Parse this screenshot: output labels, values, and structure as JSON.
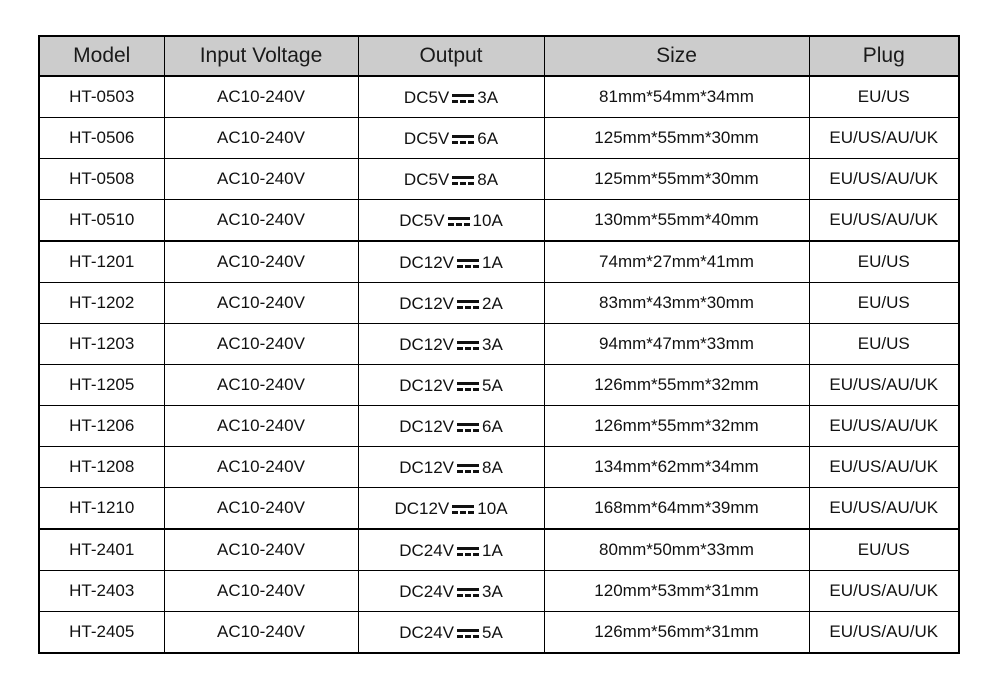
{
  "table": {
    "columns": [
      {
        "key": "model",
        "label": "Model"
      },
      {
        "key": "input",
        "label": "Input Voltage"
      },
      {
        "key": "output",
        "label": "Output"
      },
      {
        "key": "size",
        "label": "Size"
      },
      {
        "key": "plug",
        "label": "Plug"
      }
    ],
    "header_background": "#cccccc",
    "border_color": "#000000",
    "dc_symbol_name": "direct-current-symbol",
    "rows": [
      {
        "model": "HT-0503",
        "input": "AC10-240V",
        "output_voltage": "DC5V",
        "output_current": "3A",
        "output": "DC5V ⎓ 3A",
        "size": "81mm*54mm*34mm",
        "plug": "EU/US",
        "group": "5V",
        "group_start": true,
        "group_end": false
      },
      {
        "model": "HT-0506",
        "input": "AC10-240V",
        "output_voltage": "DC5V",
        "output_current": "6A",
        "output": "DC5V ⎓ 6A",
        "size": "125mm*55mm*30mm",
        "plug": "EU/US/AU/UK",
        "group": "5V",
        "group_start": false,
        "group_end": false
      },
      {
        "model": "HT-0508",
        "input": "AC10-240V",
        "output_voltage": "DC5V",
        "output_current": "8A",
        "output": "DC5V ⎓ 8A",
        "size": "125mm*55mm*30mm",
        "plug": "EU/US/AU/UK",
        "group": "5V",
        "group_start": false,
        "group_end": false
      },
      {
        "model": "HT-0510",
        "input": "AC10-240V",
        "output_voltage": "DC5V",
        "output_current": "10A",
        "output": "DC5V ⎓ 10A",
        "size": "130mm*55mm*40mm",
        "plug": "EU/US/AU/UK",
        "group": "5V",
        "group_start": false,
        "group_end": true
      },
      {
        "model": "HT-1201",
        "input": "AC10-240V",
        "output_voltage": "DC12V",
        "output_current": "1A",
        "output": "DC12V ⎓ 1A",
        "size": "74mm*27mm*41mm",
        "plug": "EU/US",
        "group": "12V",
        "group_start": true,
        "group_end": false
      },
      {
        "model": "HT-1202",
        "input": "AC10-240V",
        "output_voltage": "DC12V",
        "output_current": "2A",
        "output": "DC12V ⎓ 2A",
        "size": "83mm*43mm*30mm",
        "plug": "EU/US",
        "group": "12V",
        "group_start": false,
        "group_end": false
      },
      {
        "model": "HT-1203",
        "input": "AC10-240V",
        "output_voltage": "DC12V",
        "output_current": "3A",
        "output": "DC12V ⎓ 3A",
        "size": "94mm*47mm*33mm",
        "plug": "EU/US",
        "group": "12V",
        "group_start": false,
        "group_end": false
      },
      {
        "model": "HT-1205",
        "input": "AC10-240V",
        "output_voltage": "DC12V",
        "output_current": "5A",
        "output": "DC12V ⎓ 5A",
        "size": "126mm*55mm*32mm",
        "plug": "EU/US/AU/UK",
        "group": "12V",
        "group_start": false,
        "group_end": false
      },
      {
        "model": "HT-1206",
        "input": "AC10-240V",
        "output_voltage": "DC12V",
        "output_current": "6A",
        "output": "DC12V ⎓ 6A",
        "size": "126mm*55mm*32mm",
        "plug": "EU/US/AU/UK",
        "group": "12V",
        "group_start": false,
        "group_end": false
      },
      {
        "model": "HT-1208",
        "input": "AC10-240V",
        "output_voltage": "DC12V",
        "output_current": "8A",
        "output": "DC12V ⎓ 8A",
        "size": "134mm*62mm*34mm",
        "plug": "EU/US/AU/UK",
        "group": "12V",
        "group_start": false,
        "group_end": false
      },
      {
        "model": "HT-1210",
        "input": "AC10-240V",
        "output_voltage": "DC12V",
        "output_current": "10A",
        "output": "DC12V ⎓ 10A",
        "size": "168mm*64mm*39mm",
        "plug": "EU/US/AU/UK",
        "group": "12V",
        "group_start": false,
        "group_end": true
      },
      {
        "model": "HT-2401",
        "input": "AC10-240V",
        "output_voltage": "DC24V",
        "output_current": "1A",
        "output": "DC24V ⎓ 1A",
        "size": "80mm*50mm*33mm",
        "plug": "EU/US",
        "group": "24V",
        "group_start": true,
        "group_end": false
      },
      {
        "model": "HT-2403",
        "input": "AC10-240V",
        "output_voltage": "DC24V",
        "output_current": "3A",
        "output": "DC24V ⎓ 3A",
        "size": "120mm*53mm*31mm",
        "plug": "EU/US/AU/UK",
        "group": "24V",
        "group_start": false,
        "group_end": false
      },
      {
        "model": "HT-2405",
        "input": "AC10-240V",
        "output_voltage": "DC24V",
        "output_current": "5A",
        "output": "DC24V ⎓ 5A",
        "size": "126mm*56mm*31mm",
        "plug": "EU/US/AU/UK",
        "group": "24V",
        "group_start": false,
        "group_end": true
      }
    ]
  }
}
